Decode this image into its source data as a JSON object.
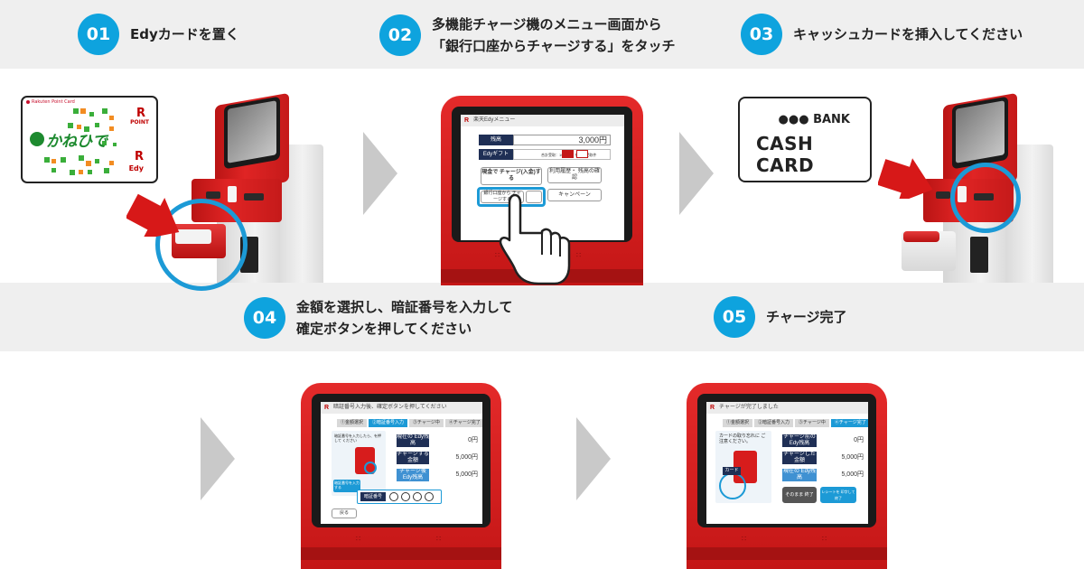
{
  "steps": [
    {
      "num": "01",
      "label": "Edyカードを置く"
    },
    {
      "num": "02",
      "label_line1": "多機能チャージ機のメニュー画面から",
      "label_line2": "「銀行口座からチャージする」をタッチ"
    },
    {
      "num": "03",
      "label": "キャッシュカードを挿入してください"
    },
    {
      "num": "04",
      "label_line1": "金額を選択し、暗証番号を入力して",
      "label_line2": "確定ボタンを押してください"
    },
    {
      "num": "05",
      "label": "チャージ完了"
    }
  ],
  "card": {
    "brand": "Rakuten Point Card",
    "logo_text": "かねひで",
    "point": "POINT",
    "edy": "Edy",
    "r_mark": "R"
  },
  "cash_card": {
    "bank": "●●● BANK",
    "title": "CASH CARD"
  },
  "menu_screen": {
    "header": "楽天Edyメニュー",
    "balance_label": "残高",
    "balance_value": "3,000円",
    "gift_label": "Edyギフト",
    "gift_note": "合計受取：10,000円 件数：受取件",
    "charge_cash": "現金で チャージ(入金)する",
    "charge_bank": "銀行口座から チャージする",
    "history": "利用履歴・ 残高の確認",
    "campaign": "キャンペーン"
  },
  "pin_screen": {
    "header": "暗証番号入力後、確定ボタンを押してください",
    "tabs": [
      "①金額選択",
      "②暗証番号入力",
      "③チャージ中",
      "④チャージ完了"
    ],
    "instruction": "暗証番号を入力したら、を押して ください",
    "row1_label": "現在の Edy残高",
    "row1_value": "0円",
    "row2_label": "チャージする 金額",
    "row2_value": "5,000円",
    "row3_label": "チャージ後 Edy残高",
    "row3_value": "5,000円",
    "pin_label": "暗証番号",
    "pad_label": "暗証番号を入力する",
    "back": "戻る"
  },
  "done_screen": {
    "header": "チャージが完了しました",
    "tabs": [
      "①金額選択",
      "②暗証番号入力",
      "③チャージ中",
      "④チャージ完了"
    ],
    "instruction": "カードの取り忘れに ご注意ください。",
    "row1_label": "チャージ前の Edy残高",
    "row1_value": "0円",
    "row2_label": "チャージした 金額",
    "row2_value": "5,000円",
    "row3_label": "現在の Edy残高",
    "row3_value": "5,000円",
    "card_label": "カード",
    "btn_end": "そのまま 終了",
    "btn_receipt": "レシートを 印字して 終了"
  },
  "colors": {
    "accent": "#0ea3de",
    "kiosk_red": "#d71c1c",
    "band": "#efefef",
    "chevron": "#c9c9c9"
  }
}
